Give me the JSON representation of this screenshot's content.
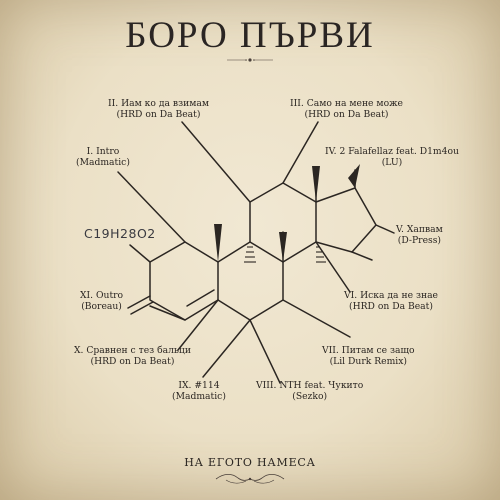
{
  "title": "БОРО ПЪРВИ",
  "formula_code": "C19H28O2",
  "footer": "НА ЕГОТО НАМЕСА",
  "tracks": [
    {
      "line1": "I. Intro",
      "line2": "(Madmatic)"
    },
    {
      "line1": "II. Иам ко да взимам",
      "line2": "(HRD on Da Beat)"
    },
    {
      "line1": "III. Само на мене може",
      "line2": "(HRD on Da Beat)"
    },
    {
      "line1": "IV. 2 Falafellaz feat. D1m4ou",
      "line2": "(LU)"
    },
    {
      "line1": "V. Хапвам",
      "line2": "(D-Press)"
    },
    {
      "line1": "VI. Иска да не знае",
      "line2": "(HRD on Da Beat)"
    },
    {
      "line1": "VII. Питам се защо",
      "line2": "(Lil Durk Remix)"
    },
    {
      "line1": "VIII. NTH feat. Чукито",
      "line2": "(Sezko)"
    },
    {
      "line1": "IX. #114",
      "line2": "(Madmatic)"
    },
    {
      "line1": "X. Сравнен с тез бальци",
      "line2": "(HRD on Da Beat)"
    },
    {
      "line1": "XI. Outro",
      "line2": "(Boreau)"
    }
  ],
  "colors": {
    "ink": "#2b2622",
    "paper": "#ece2c8"
  }
}
